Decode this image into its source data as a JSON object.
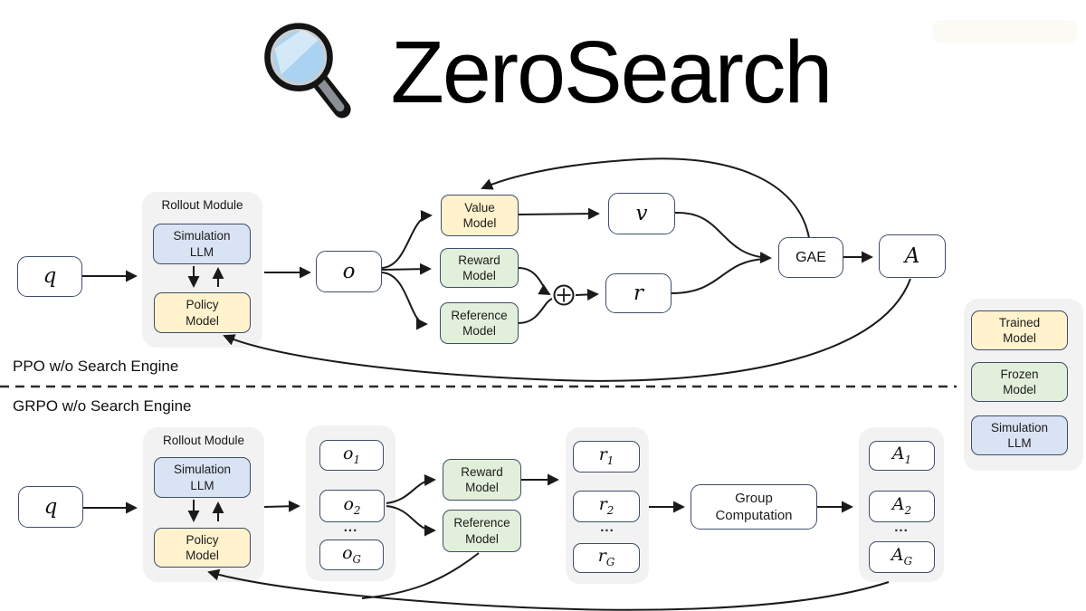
{
  "title": {
    "text": "ZeroSearch",
    "icon": "magnifier-icon"
  },
  "sections": {
    "ppo_label": "PPO w/o Search Engine",
    "grpo_label": "GRPO w/o Search Engine"
  },
  "legend": {
    "trained": "Trained\nModel",
    "frozen": "Frozen\nModel",
    "sim": "Simulation\nLLM"
  },
  "ppo": {
    "q": "q",
    "rollout_title": "Rollout Module",
    "sim": "Simulation\nLLM",
    "policy": "Policy\nModel",
    "o": "o",
    "value": "Value\nModel",
    "reward": "Reward\nModel",
    "reference": "Reference\nModel",
    "v": "v",
    "r": "r",
    "gae": "GAE",
    "adv": "A"
  },
  "grpo": {
    "q": "q",
    "rollout_title": "Rollout Module",
    "sim": "Simulation\nLLM",
    "policy": "Policy\nModel",
    "o1": {
      "base": "o",
      "sub": "1"
    },
    "o2": {
      "base": "o",
      "sub": "2"
    },
    "oG": {
      "base": "o",
      "sub": "G"
    },
    "o_dots": "...",
    "reward": "Reward\nModel",
    "reference": "Reference\nModel",
    "r1": {
      "base": "r",
      "sub": "1"
    },
    "r2": {
      "base": "r",
      "sub": "2"
    },
    "rG": {
      "base": "r",
      "sub": "G"
    },
    "r_dots": "...",
    "group": "Group\nComputation",
    "a1": {
      "base": "A",
      "sub": "1"
    },
    "a2": {
      "base": "A",
      "sub": "2"
    },
    "aG": {
      "base": "A",
      "sub": "G"
    },
    "a_dots": "..."
  },
  "colors": {
    "trained": "#FFF2CC",
    "frozen": "#E2EFDA",
    "simulation": "#DAE3F3",
    "container": "#F2F2F2",
    "border": "#3F4E69",
    "line": "#1A1A1A",
    "lens": "#A9D3F0"
  }
}
